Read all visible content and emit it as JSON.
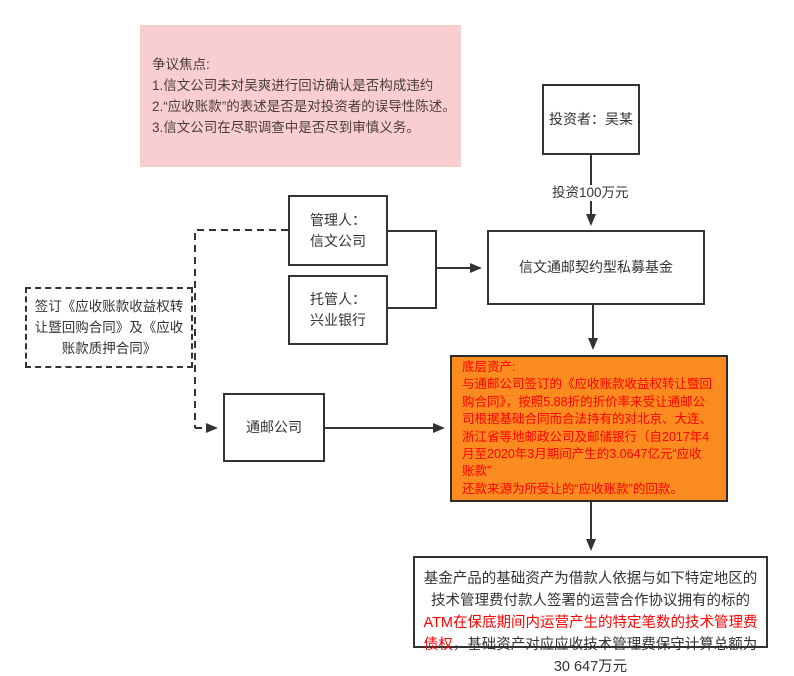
{
  "colors": {
    "pink_bg": "#f9ced0",
    "pink_text": "#4a3c3c",
    "orange_bg": "#fc8b20",
    "red_text": "#ff0000",
    "line_and_border": "#333333",
    "box_bg": "#ffffff"
  },
  "dispute_box": {
    "title": "争议焦点:",
    "items": [
      "1.信文公司未对吴爽进行回访确认是否构成违约",
      "2.“应收账款”的表述是否是对投资者的误导性陈述。",
      "3.信文公司在尽职调查中是否尽到审慎义务。"
    ]
  },
  "investor_box": {
    "label": "投资者：吴某"
  },
  "investment_arrow": {
    "label": "投资100万元"
  },
  "manager_box": {
    "line1": "管理人：",
    "line2": "信文公司"
  },
  "custodian_box": {
    "line1": "托管人：",
    "line2": "兴业银行"
  },
  "fund_box": {
    "label": "信文通邮契约型私募基金"
  },
  "sign_contract_box": {
    "lines": [
      "签订《应收账款收益权转",
      "让暨回购合同》及《应收",
      "账款质押合同》"
    ]
  },
  "tongyou_box": {
    "label": "通邮公司"
  },
  "underlying_asset_box": {
    "lines": [
      "底层资产:",
      "与通邮公司签订的《应收账款收益权转让暨回",
      "购合同》，按照5.88折的折价率来受让通邮公",
      "司根据基础合同而合法持有的对北京、大连、",
      "浙江省等地邮政公司及邮储银行（自2017年4",
      "月至2020年3月期间产生的3.0647亿元“应收",
      "账款”",
      "还款来源为所受让的“应收账款”的回款。"
    ]
  },
  "base_asset_box": {
    "seg_black_1": "基金产品的基础资产为借款人依据与如下特定地区的技术管理费付款人签署的运营合作协议拥有的标的",
    "seg_red": "ATM在保底期间内运营产生的特定笔数的技术管理费债权",
    "seg_black_2": "，基础资产对应应收技术管理费保守计算总额为30 647万元"
  }
}
